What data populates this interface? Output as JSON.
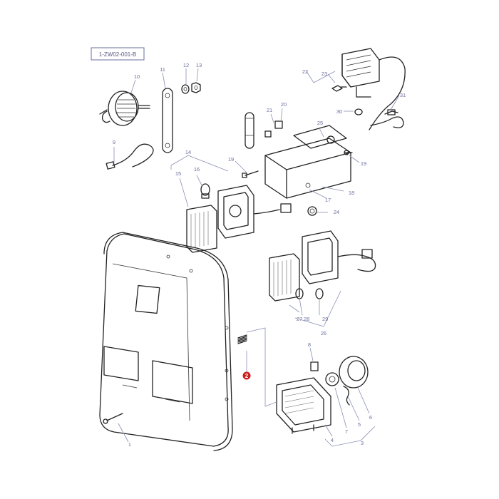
{
  "diagram": {
    "reference_code": "1-ZW02-001-B",
    "highlighted_part": "2",
    "highlight_color": "#cc1f1f",
    "callouts": {
      "p1": "1",
      "p3": "3",
      "p4": "4",
      "p5": "5",
      "p6": "6",
      "p7": "7",
      "p8": "8",
      "p9": "9",
      "p10": "10",
      "p11": "11",
      "p12": "12",
      "p13": "13",
      "p14": "14",
      "p15": "15",
      "p16": "16",
      "p17": "17",
      "p18": "18",
      "p19a": "19",
      "p19b": "19",
      "p20": "20",
      "p21": "21",
      "p22": "22",
      "p23": "23",
      "p24": "24",
      "p25": "25",
      "p26": "26",
      "p27": "27",
      "p28": "28",
      "p29": "29",
      "p30": "30",
      "p31": "31"
    }
  }
}
